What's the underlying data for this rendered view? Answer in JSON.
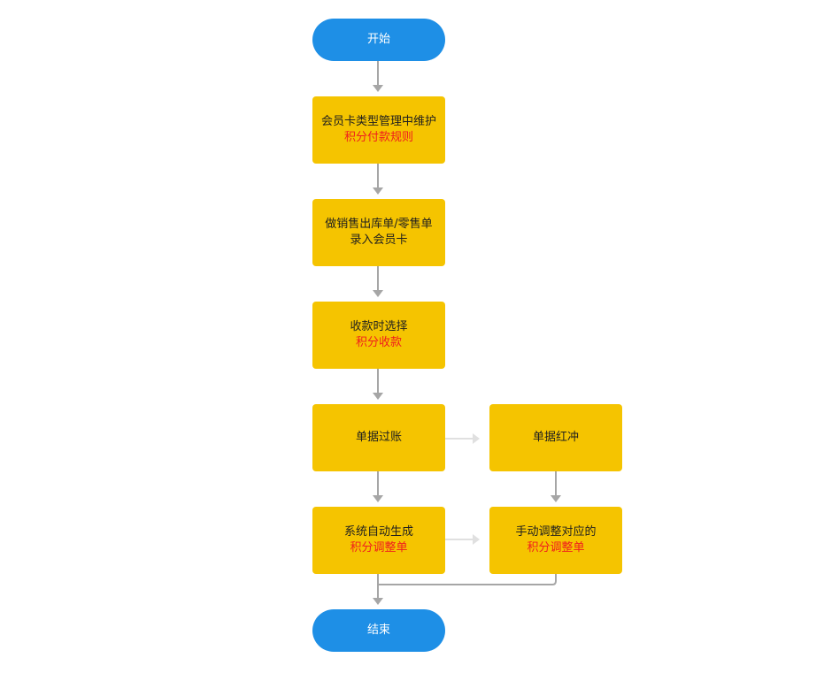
{
  "colors": {
    "terminal_fill": "#1e8fe6",
    "process_fill": "#f5c400",
    "highlight_text": "#f01d1d",
    "connector": "#a6a6a6",
    "connector_light": "#e0e0e0"
  },
  "nodes": {
    "start": {
      "label": "开始"
    },
    "maintain_rules": {
      "line1": "会员卡类型管理中维护",
      "line2": "积分付款规则"
    },
    "enter_card": {
      "line1": "做销售出库单/零售单",
      "line2": "录入会员卡"
    },
    "select_payment": {
      "line1": "收款时选择",
      "line2": "积分收款"
    },
    "post_document": {
      "label": "单据过账"
    },
    "reverse_document": {
      "label": "单据红冲"
    },
    "auto_generate": {
      "line1": "系统自动生成",
      "line2": "积分调整单"
    },
    "manual_adjust": {
      "line1": "手动调整对应的",
      "line2": "积分调整单"
    },
    "end": {
      "label": "结束"
    }
  }
}
